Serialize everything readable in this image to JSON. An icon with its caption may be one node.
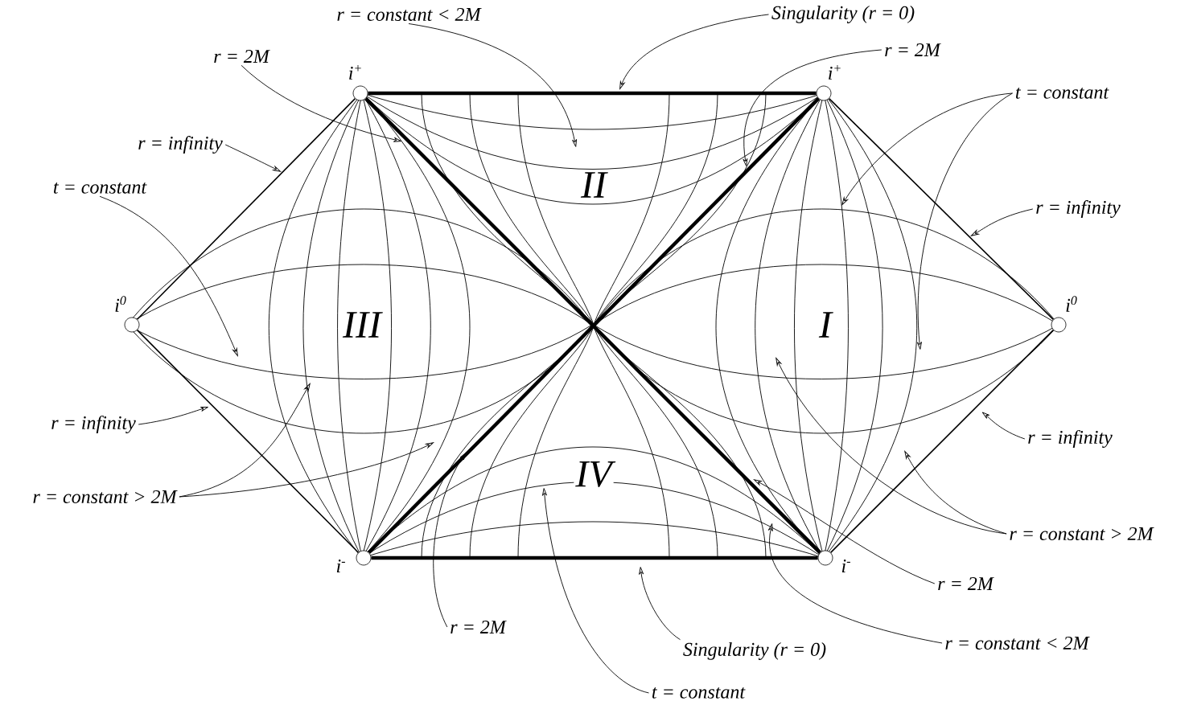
{
  "diagram": {
    "nodes": [
      {
        "text": [],
        "shape": "circle",
        "beside": [
          "i$^{+}$"
        ]
      },
      {
        "text": [],
        "shape": "circle",
        "beside": [
          "i$^{+}$"
        ]
      },
      {
        "text": [],
        "shape": "circle",
        "beside": [
          "i$^{0}$"
        ]
      },
      {
        "text": [],
        "shape": "circle",
        "beside": [
          "i$^{0}$"
        ]
      },
      {
        "text": [],
        "shape": "circle",
        "beside": [
          "i$^{-}$"
        ]
      },
      {
        "text": [],
        "shape": "circle",
        "beside": [
          "i$^{-}$"
        ]
      },
      {
        "text": [
          "r = constant < 2M"
        ]
      },
      {
        "text": [
          "Singularity (r = 0)"
        ]
      },
      {
        "text": [
          "r = 2M"
        ]
      },
      {
        "text": [
          "r = 2M"
        ]
      },
      {
        "text": [
          "r = infinity"
        ]
      },
      {
        "text": [
          "t = constant"
        ]
      },
      {
        "text": [
          "t = constant"
        ]
      },
      {
        "text": [
          "r = infinity"
        ]
      },
      {
        "text": [
          "r = infinity"
        ]
      },
      {
        "text": [
          "r = constant > 2M"
        ]
      },
      {
        "text": [
          "r = constant > 2M"
        ]
      },
      {
        "text": [
          "r = infinity"
        ]
      },
      {
        "text": [
          "r = 2M"
        ]
      },
      {
        "text": [
          "r = constant < 2M"
        ]
      },
      {
        "text": [
          "Singularity (r = 0)"
        ]
      },
      {
        "text": [
          "t = constant"
        ]
      },
      {
        "text": [
          "r = 2M"
        ]
      }
    ],
    "edges": [
      {
        "from": 2,
        "to": 0,
        "arrow": "none"
      },
      {
        "from": 0,
        "to": 1,
        "arrow": "none",
        "style": "thick"
      },
      {
        "from": 1,
        "to": 3,
        "arrow": "none"
      },
      {
        "from": 3,
        "to": 5,
        "arrow": "none"
      },
      {
        "from": 4,
        "to": 5,
        "arrow": "none",
        "style": "thick"
      },
      {
        "from": 2,
        "to": 4,
        "arrow": "none"
      },
      {
        "from": 0,
        "to": 5,
        "arrow": "none",
        "style": "thick"
      },
      {
        "from": 1,
        "to": 4,
        "arrow": "none",
        "style": "thick"
      },
      {
        "from": 6,
        "to": null,
        "arrow": "to"
      },
      {
        "from": 7,
        "to": null,
        "arrow": "to"
      },
      {
        "from": 8,
        "to": null,
        "arrow": "to"
      },
      {
        "from": 9,
        "to": null,
        "arrow": "to"
      },
      {
        "from": 10,
        "to": null,
        "arrow": "to"
      },
      {
        "from": 11,
        "to": null,
        "arrow": "to"
      },
      {
        "from": 12,
        "to": null,
        "arrow": "to"
      },
      {
        "from": 12,
        "to": null,
        "arrow": "to"
      },
      {
        "from": 13,
        "to": null,
        "arrow": "to"
      },
      {
        "from": 14,
        "to": null,
        "arrow": "to"
      },
      {
        "from": 15,
        "to": null,
        "arrow": "to"
      },
      {
        "from": 15,
        "to": null,
        "arrow": "to"
      },
      {
        "from": 16,
        "to": null,
        "arrow": "to"
      },
      {
        "from": 16,
        "to": null,
        "arrow": "to"
      },
      {
        "from": 17,
        "to": null,
        "arrow": "to"
      },
      {
        "from": 18,
        "to": null,
        "arrow": "to"
      },
      {
        "from": 19,
        "to": null,
        "arrow": "to"
      },
      {
        "from": 20,
        "to": null,
        "arrow": "to"
      },
      {
        "from": 21,
        "to": null,
        "arrow": "to"
      },
      {
        "from": 22,
        "to": null,
        "arrow": "to"
      }
    ],
    "labels": [
      "II",
      "III",
      "I",
      "IV"
    ]
  }
}
